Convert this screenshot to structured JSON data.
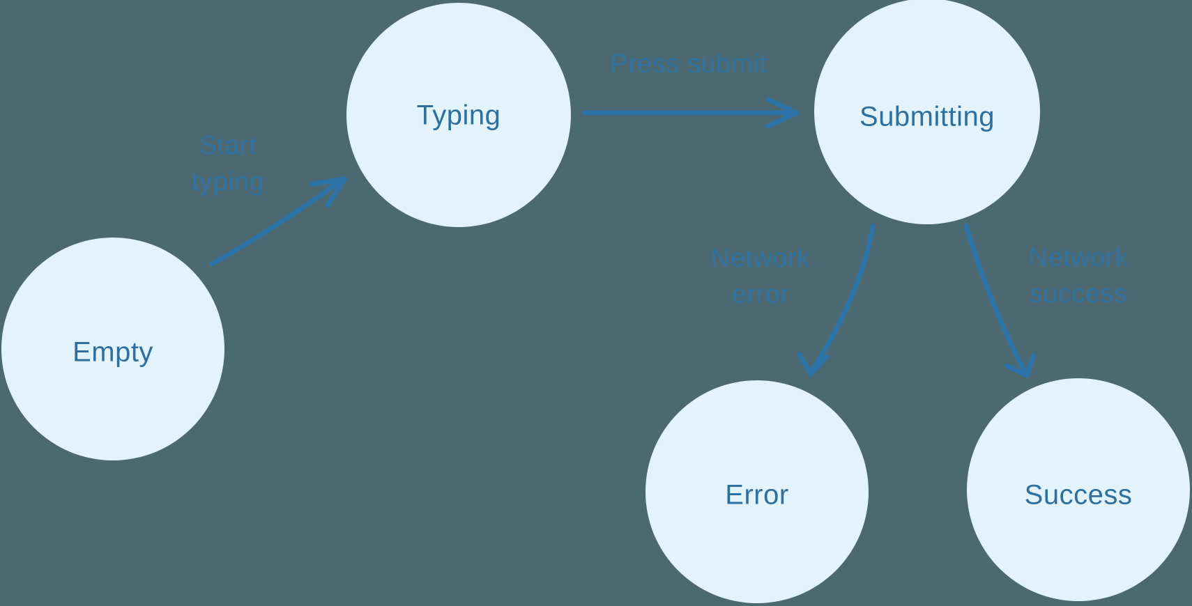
{
  "diagram": {
    "type": "state-machine",
    "colors": {
      "background": "#4C6971",
      "node_fill": "#E3F3FC",
      "node_label": "#2E6F9E",
      "arrow": "#2C74A7",
      "edge_label": "#3172A0"
    },
    "nodes": {
      "empty": {
        "label": "Empty"
      },
      "typing": {
        "label": "Typing"
      },
      "submitting": {
        "label": "Submitting"
      },
      "error": {
        "label": "Error"
      },
      "success": {
        "label": "Success"
      }
    },
    "edges": {
      "start_typing": {
        "from": "Empty",
        "to": "Typing",
        "lines": [
          "Start",
          "typing"
        ]
      },
      "press_submit": {
        "from": "Typing",
        "to": "Submitting",
        "lines": [
          "Press submit"
        ]
      },
      "network_error": {
        "from": "Submitting",
        "to": "Error",
        "lines": [
          "Network",
          "error"
        ]
      },
      "network_success": {
        "from": "Submitting",
        "to": "Success",
        "lines": [
          "Network",
          "success"
        ]
      }
    }
  }
}
